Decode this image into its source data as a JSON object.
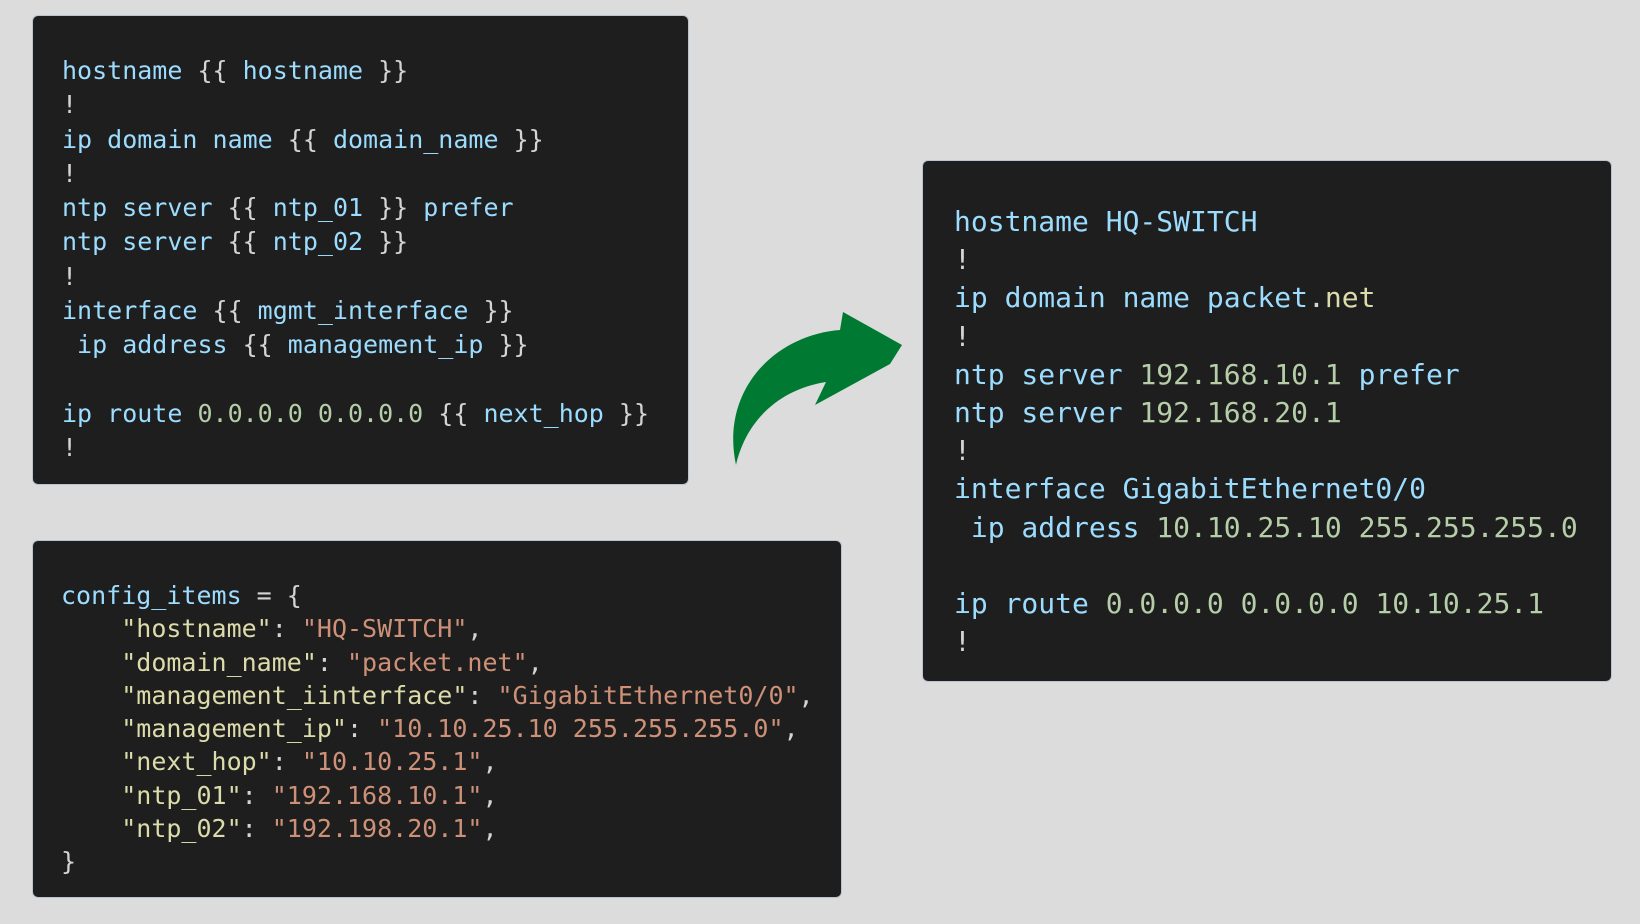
{
  "template_panel": {
    "lines": [
      [
        {
          "t": "kw",
          "v": "hostname "
        },
        {
          "t": "punc",
          "v": "{{ "
        },
        {
          "t": "kw",
          "v": "hostname"
        },
        {
          "t": "punc",
          "v": " }}"
        }
      ],
      [
        {
          "t": "bang",
          "v": "!"
        }
      ],
      [
        {
          "t": "kw",
          "v": "ip domain name "
        },
        {
          "t": "punc",
          "v": "{{ "
        },
        {
          "t": "kw",
          "v": "domain_name"
        },
        {
          "t": "punc",
          "v": " }}"
        }
      ],
      [
        {
          "t": "bang",
          "v": "!"
        }
      ],
      [
        {
          "t": "kw",
          "v": "ntp server "
        },
        {
          "t": "punc",
          "v": "{{ "
        },
        {
          "t": "kw",
          "v": "ntp_01"
        },
        {
          "t": "punc",
          "v": " }} "
        },
        {
          "t": "kw",
          "v": "prefer"
        }
      ],
      [
        {
          "t": "kw",
          "v": "ntp server "
        },
        {
          "t": "punc",
          "v": "{{ "
        },
        {
          "t": "kw",
          "v": "ntp_02"
        },
        {
          "t": "punc",
          "v": " }}"
        }
      ],
      [
        {
          "t": "bang",
          "v": "!"
        }
      ],
      [
        {
          "t": "kw",
          "v": "interface "
        },
        {
          "t": "punc",
          "v": "{{ "
        },
        {
          "t": "kw",
          "v": "mgmt_interface"
        },
        {
          "t": "punc",
          "v": " }}"
        }
      ],
      [
        {
          "t": "kw",
          "v": " ip address "
        },
        {
          "t": "punc",
          "v": "{{ "
        },
        {
          "t": "kw",
          "v": "management_ip"
        },
        {
          "t": "punc",
          "v": " }}"
        }
      ],
      [],
      [
        {
          "t": "kw",
          "v": "ip route "
        },
        {
          "t": "num",
          "v": "0.0.0.0 0.0.0.0 "
        },
        {
          "t": "punc",
          "v": "{{ "
        },
        {
          "t": "kw",
          "v": "next_hop"
        },
        {
          "t": "punc",
          "v": " }}"
        }
      ],
      [
        {
          "t": "bang",
          "v": "!"
        }
      ]
    ]
  },
  "vars_panel": {
    "lines": [
      [
        {
          "t": "kw",
          "v": "config_items"
        },
        {
          "t": "punc",
          "v": " = {"
        }
      ],
      [
        {
          "t": "plain",
          "v": "    "
        },
        {
          "t": "key",
          "v": "\"hostname\""
        },
        {
          "t": "punc",
          "v": ": "
        },
        {
          "t": "str",
          "v": "\"HQ-SWITCH\""
        },
        {
          "t": "punc",
          "v": ","
        }
      ],
      [
        {
          "t": "plain",
          "v": "    "
        },
        {
          "t": "key",
          "v": "\"domain_name\""
        },
        {
          "t": "punc",
          "v": ": "
        },
        {
          "t": "str",
          "v": "\"packet.net\""
        },
        {
          "t": "punc",
          "v": ","
        }
      ],
      [
        {
          "t": "plain",
          "v": "    "
        },
        {
          "t": "key",
          "v": "\"management_iinterface\""
        },
        {
          "t": "punc",
          "v": ": "
        },
        {
          "t": "str",
          "v": "\"GigabitEthernet0/0\""
        },
        {
          "t": "punc",
          "v": ","
        }
      ],
      [
        {
          "t": "plain",
          "v": "    "
        },
        {
          "t": "key",
          "v": "\"management_ip\""
        },
        {
          "t": "punc",
          "v": ": "
        },
        {
          "t": "str",
          "v": "\"10.10.25.10 255.255.255.0\""
        },
        {
          "t": "punc",
          "v": ","
        }
      ],
      [
        {
          "t": "plain",
          "v": "    "
        },
        {
          "t": "key",
          "v": "\"next_hop\""
        },
        {
          "t": "punc",
          "v": ": "
        },
        {
          "t": "str",
          "v": "\"10.10.25.1\""
        },
        {
          "t": "punc",
          "v": ","
        }
      ],
      [
        {
          "t": "plain",
          "v": "    "
        },
        {
          "t": "key",
          "v": "\"ntp_01\""
        },
        {
          "t": "punc",
          "v": ": "
        },
        {
          "t": "str",
          "v": "\"192.168.10.1\""
        },
        {
          "t": "punc",
          "v": ","
        }
      ],
      [
        {
          "t": "plain",
          "v": "    "
        },
        {
          "t": "key",
          "v": "\"ntp_02\""
        },
        {
          "t": "punc",
          "v": ": "
        },
        {
          "t": "str",
          "v": "\"192.198.20.1\""
        },
        {
          "t": "punc",
          "v": ","
        }
      ],
      [
        {
          "t": "punc",
          "v": "}"
        }
      ]
    ]
  },
  "output_panel": {
    "lines": [
      [
        {
          "t": "kw",
          "v": "hostname HQ-SWITCH"
        }
      ],
      [
        {
          "t": "bang",
          "v": "!"
        }
      ],
      [
        {
          "t": "kw",
          "v": "ip domain name packet"
        },
        {
          "t": "punc",
          "v": "."
        },
        {
          "t": "key",
          "v": "net"
        }
      ],
      [
        {
          "t": "bang",
          "v": "!"
        }
      ],
      [
        {
          "t": "kw",
          "v": "ntp server "
        },
        {
          "t": "num",
          "v": "192.168.10.1"
        },
        {
          "t": "kw",
          "v": " prefer"
        }
      ],
      [
        {
          "t": "kw",
          "v": "ntp server "
        },
        {
          "t": "num",
          "v": "192.168.20.1"
        }
      ],
      [
        {
          "t": "bang",
          "v": "!"
        }
      ],
      [
        {
          "t": "kw",
          "v": "interface GigabitEthernet0/0"
        }
      ],
      [
        {
          "t": "kw",
          "v": " ip address "
        },
        {
          "t": "num",
          "v": "10.10.25.10 255.255.255.0"
        }
      ],
      [],
      [
        {
          "t": "kw",
          "v": "ip route "
        },
        {
          "t": "num",
          "v": "0.0.0.0 0.0.0.0 10.10.25.1"
        }
      ],
      [
        {
          "t": "bang",
          "v": "!"
        }
      ]
    ]
  },
  "colors": {
    "background": "#dcdcdc",
    "panel": "#1e1e1e",
    "keyword": "#9cdcfe",
    "number": "#b5cea8",
    "string": "#ce9178",
    "key": "#dcdcaa",
    "punctuation": "#d4d4d4",
    "arrow": "#007a33"
  },
  "arrow": {
    "icon": "curved-arrow-icon"
  }
}
